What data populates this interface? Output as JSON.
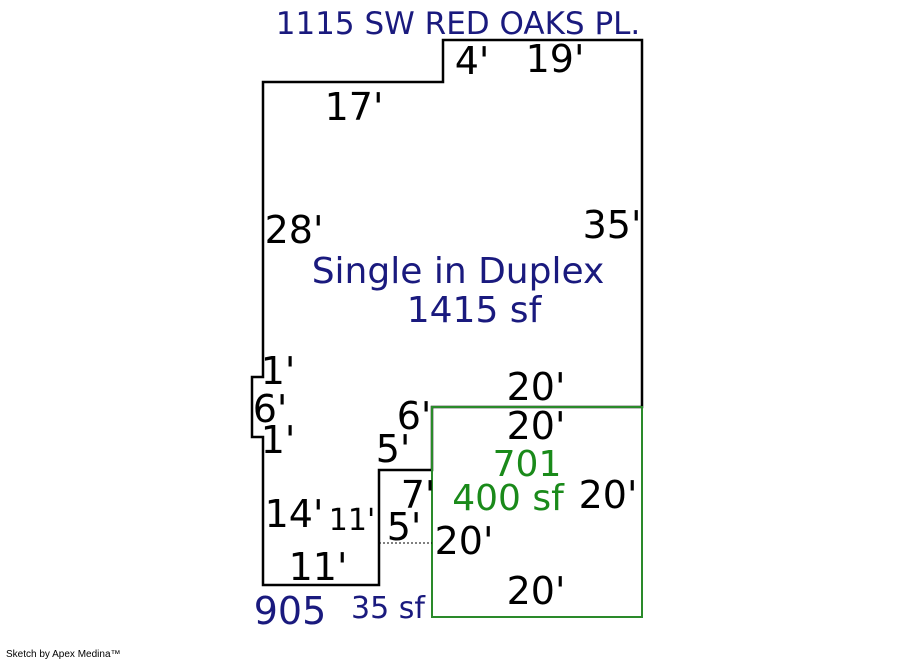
{
  "title": "1115 SW RED OAKS PL.",
  "colors": {
    "main_outline": "#000000",
    "garage_outline": "#2a8a2a",
    "label_blue": "#1a1a7e",
    "label_green": "#1a8a1a",
    "dimension_text": "#000000"
  },
  "areas": {
    "main": {
      "name": "Single in Duplex",
      "size": "1415 sf"
    },
    "garage": {
      "name": "701",
      "size": "400 sf"
    },
    "porch": {
      "name": "905",
      "size": "35 sf"
    }
  },
  "dimensions": {
    "top_step": "4'",
    "top_right": "19'",
    "top_left": "17'",
    "left_upper": "28'",
    "right_side": "35'",
    "jog_top": "1'",
    "jog_side": "6'",
    "jog_bottom": "1'",
    "inner_upper": "20'",
    "notch_top": "6'",
    "notch_mid": "5'",
    "notch_step": "7'",
    "left_lower": "14'",
    "porch_width": "11'",
    "porch_depth": "5'",
    "bottom_left": "11'",
    "garage_top": "20'",
    "garage_right": "20'",
    "garage_left": "20'",
    "garage_bottom": "20'"
  },
  "credit": "Sketch by Apex Medina™"
}
